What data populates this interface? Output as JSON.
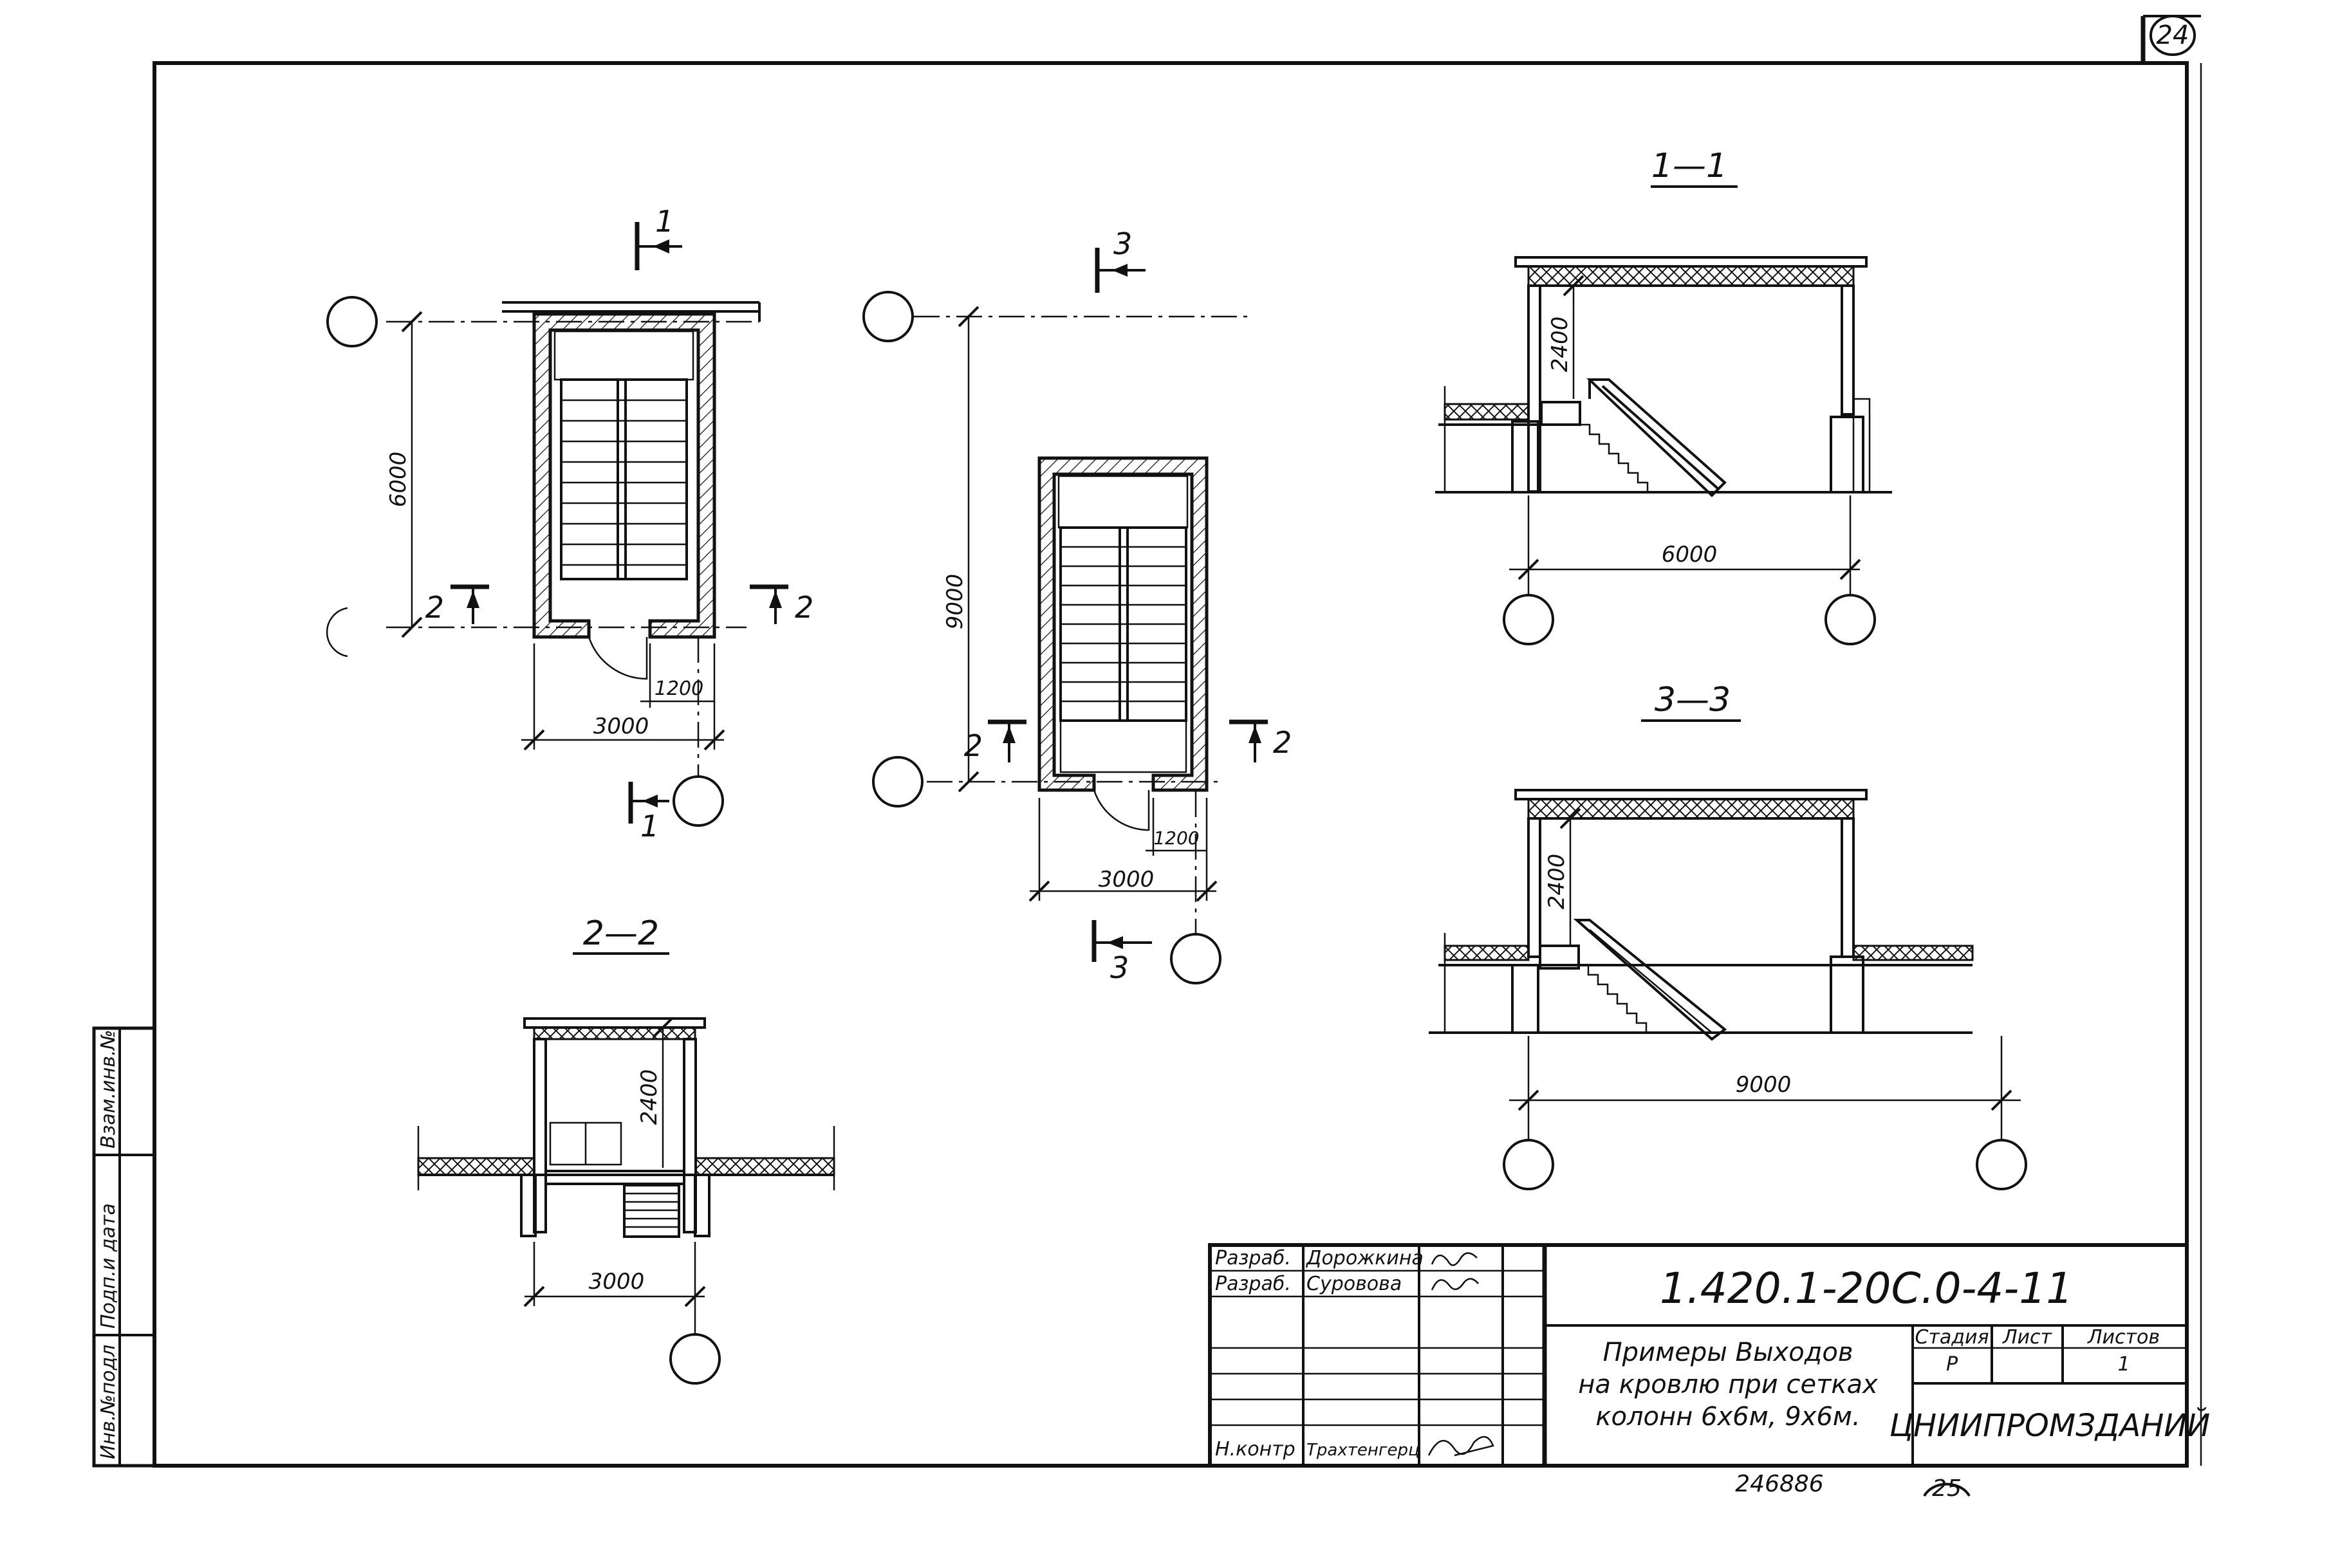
{
  "sheet": {
    "page_number_top": "24",
    "page_number_bottom": "25",
    "archive_number": "246886"
  },
  "margin_stamp": {
    "field1": "Инв.№подл",
    "field2": "Подп.и дата",
    "field3": "Взам.инв.№"
  },
  "plan1": {
    "dim_height": "6000",
    "dim_width": "3000",
    "dim_door": "1200",
    "cut_top": "1",
    "cut_bottom": "1",
    "cut_left": "2",
    "cut_right": "2"
  },
  "plan3": {
    "dim_height": "9000",
    "dim_width": "3000",
    "dim_door": "1200",
    "cut_top": "3",
    "cut_bottom": "3",
    "cut_left": "2",
    "cut_right": "2"
  },
  "section22": {
    "title": "2—2",
    "dim_height": "2400",
    "dim_width": "3000"
  },
  "section11": {
    "title": "1—1",
    "dim_height": "2400",
    "dim_width": "6000"
  },
  "section33": {
    "title": "3—3",
    "dim_height": "2400",
    "dim_width": "9000"
  },
  "title_block": {
    "rows": [
      {
        "role": "Разраб.",
        "name": "Дорожкина"
      },
      {
        "role": "Разраб.",
        "name": "Суровова"
      },
      {
        "role": "",
        "name": ""
      },
      {
        "role": "",
        "name": ""
      },
      {
        "role": "",
        "name": ""
      },
      {
        "role": "Н.контр",
        "name": "Трахтенгерц"
      }
    ],
    "document_code": "1.420.1-20С.0-4-11",
    "description_line1": "Примеры Выходов",
    "description_line2": "на кровлю при сетках",
    "description_line3": "колонн 6х6м, 9х6м.",
    "stage_header": "Стадия",
    "sheet_header": "Лист",
    "sheets_header": "Листов",
    "stage_value": "Р",
    "sheet_value": "",
    "sheets_value": "1",
    "organization": "ЦНИИПРОМЗДАНИЙ"
  }
}
